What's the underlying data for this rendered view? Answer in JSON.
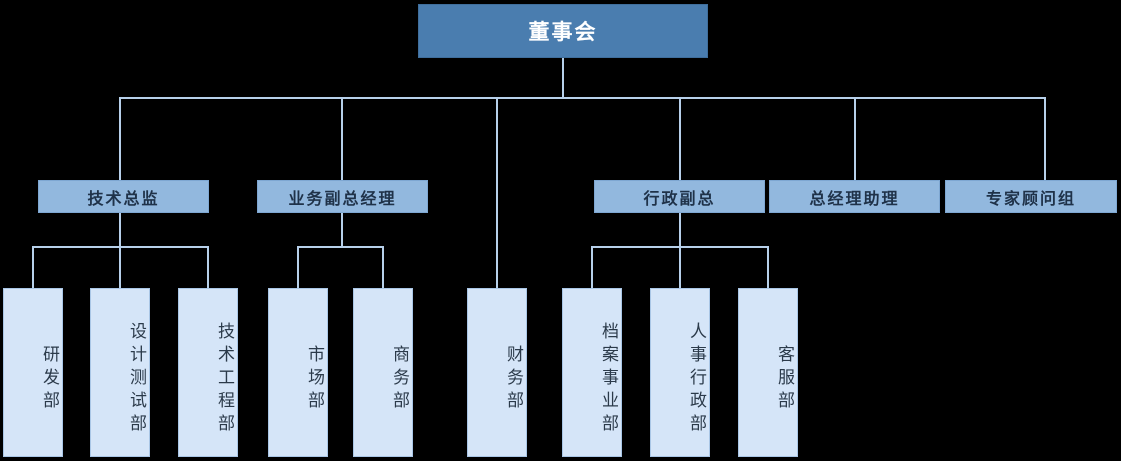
{
  "chart_data": {
    "type": "diagram",
    "diagram_type": "organizational-chart",
    "title": "",
    "orientation": "top-down",
    "colors": {
      "level1_fill": "#4a7daf",
      "level1_text": "#ffffff",
      "level2_fill": "#92b8de",
      "level2_text": "#1f3249",
      "level3_fill": "#d5e5f8",
      "level3_text": "#2b3a4a",
      "connector": "#b7d0ea",
      "background": "#000000"
    },
    "nodes": [
      {
        "id": "n0",
        "label": "董事会",
        "level": 1,
        "parent": null
      },
      {
        "id": "n1",
        "label": "技术总监",
        "level": 2,
        "parent": "n0"
      },
      {
        "id": "n2",
        "label": "业务副总经理",
        "level": 2,
        "parent": "n0"
      },
      {
        "id": "n3",
        "label": "行政副总",
        "level": 2,
        "parent": "n0"
      },
      {
        "id": "n4",
        "label": "总经理助理",
        "level": 2,
        "parent": "n0"
      },
      {
        "id": "n5",
        "label": "专家顾问组",
        "level": 2,
        "parent": "n0"
      },
      {
        "id": "n6",
        "label": "研发部",
        "level": 3,
        "parent": "n1"
      },
      {
        "id": "n7",
        "label": "设计测试部",
        "level": 3,
        "parent": "n1"
      },
      {
        "id": "n8",
        "label": "技术工程部",
        "level": 3,
        "parent": "n1"
      },
      {
        "id": "n9",
        "label": "市场部",
        "level": 3,
        "parent": "n2"
      },
      {
        "id": "n10",
        "label": "商务部",
        "level": 3,
        "parent": "n2"
      },
      {
        "id": "n11",
        "label": "财务部",
        "level": 3,
        "parent": "n0"
      },
      {
        "id": "n12",
        "label": "档案事业部",
        "level": 3,
        "parent": "n3"
      },
      {
        "id": "n13",
        "label": "人事行政部",
        "level": 3,
        "parent": "n3"
      },
      {
        "id": "n14",
        "label": "客服部",
        "level": 3,
        "parent": "n3"
      }
    ]
  },
  "root": {
    "label": "董事会"
  },
  "level2": {
    "tech_director": "技术总监",
    "business_vp": "业务副总经理",
    "admin_vp": "行政副总",
    "gm_assistant": "总经理助理",
    "expert_group": "专家顾问组"
  },
  "level3": {
    "rnd": "研发部",
    "design_test": "设计测试部",
    "tech_engineering": "技术工程部",
    "marketing": "市场部",
    "business": "商务部",
    "finance": "财务部",
    "archives": "档案事业部",
    "hr_admin": "人事行政部",
    "customer_service": "客服部"
  }
}
